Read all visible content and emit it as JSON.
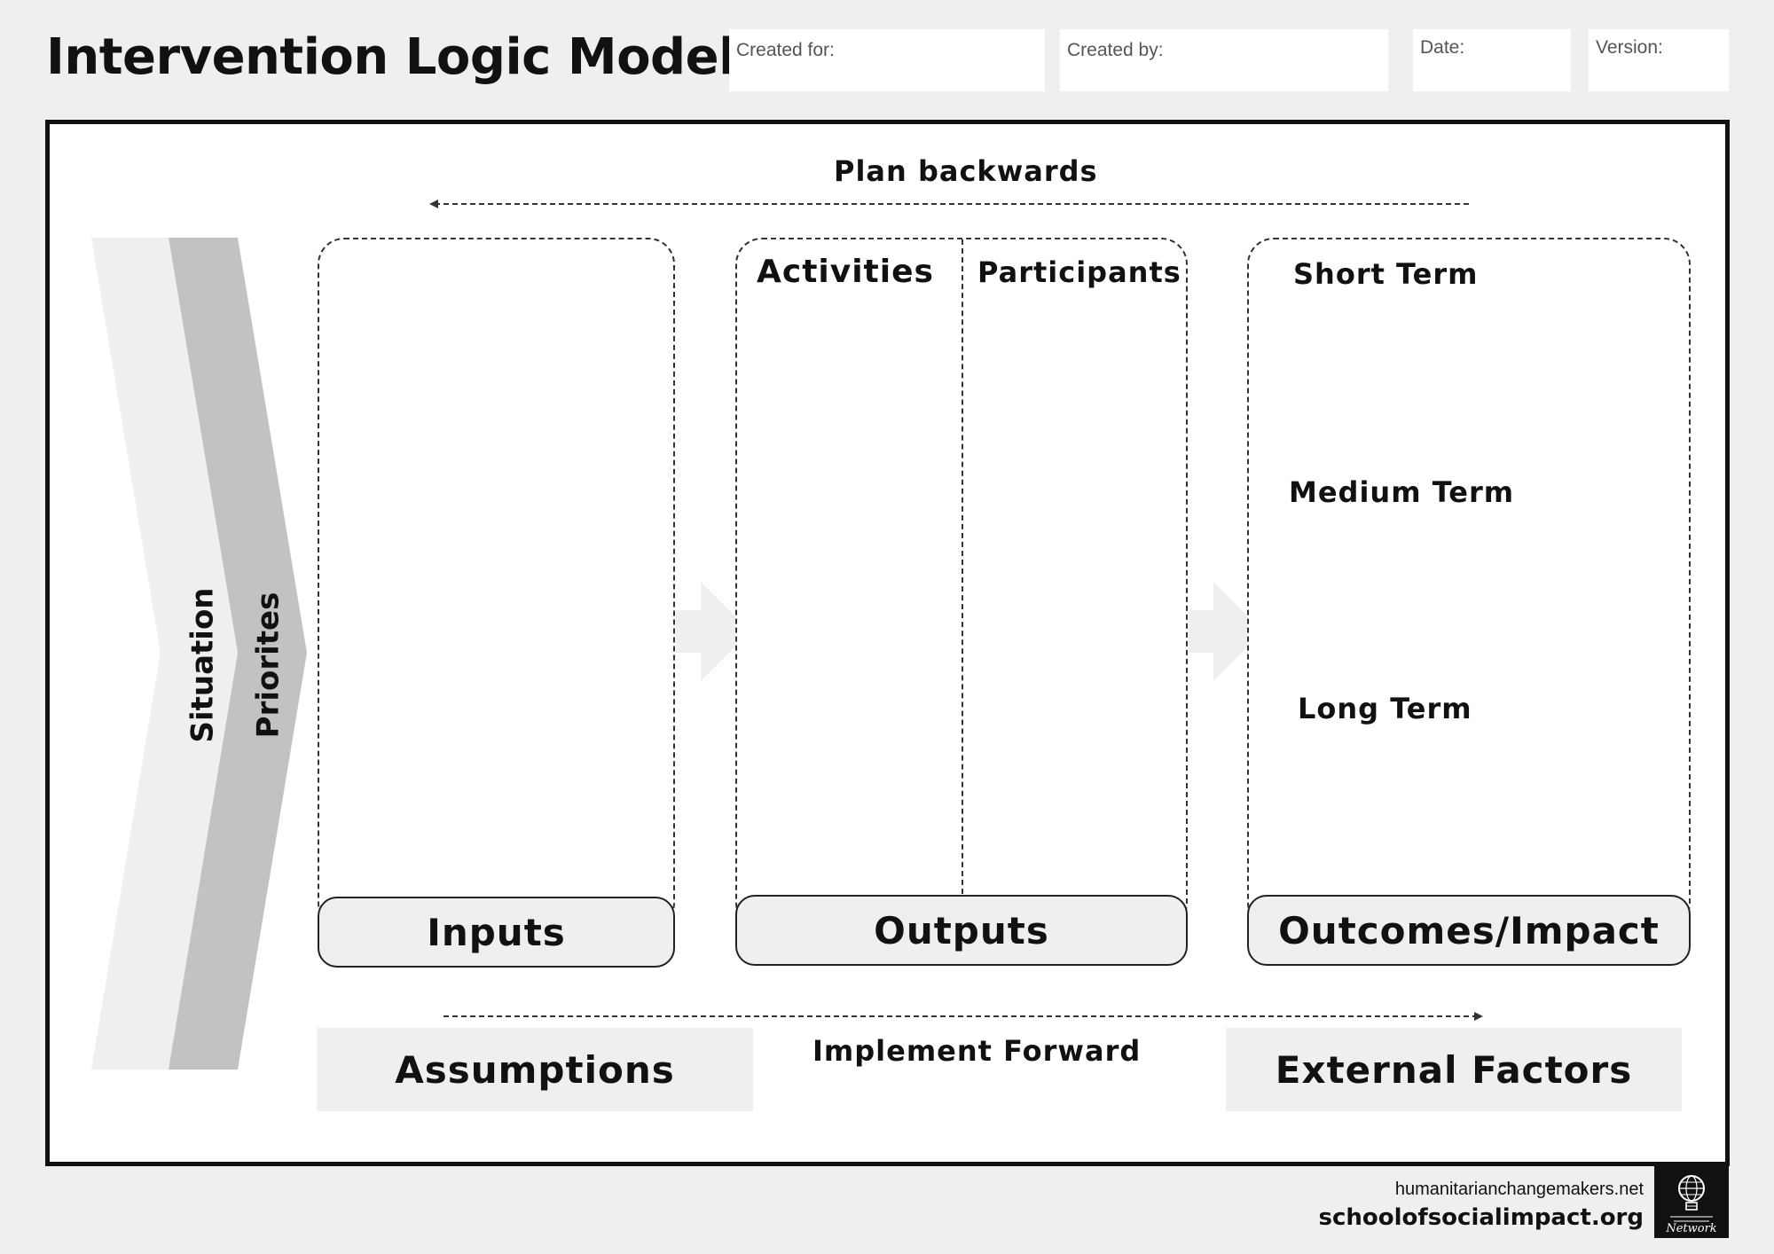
{
  "header": {
    "title": "Intervention Logic Model",
    "fields": [
      {
        "label": "Created for:"
      },
      {
        "label": "Created by:"
      },
      {
        "label": "Date:"
      },
      {
        "label": "Version:"
      }
    ]
  },
  "diagram": {
    "plan_backwards": "Plan backwards",
    "implement_forward": "Implement Forward",
    "chevrons": {
      "situation": "Situation",
      "priorities": "Priorites"
    },
    "columns": {
      "inputs": {
        "label": "Inputs"
      },
      "outputs": {
        "label": "Outputs",
        "activities": "Activities",
        "participants": "Participants"
      },
      "outcomes": {
        "label": "Outcomes/Impact",
        "short_term": "Short Term",
        "medium_term": "Medium Term",
        "long_term": "Long Term"
      }
    },
    "assumptions": "Assumptions",
    "external_factors": "External Factors"
  },
  "footer": {
    "link1": "humanitarianchangemakers.net",
    "link2": "schoolofsocialimpact.org",
    "logo_text": "Network",
    "logo_icon": "lightbulb-globe-icon"
  },
  "colors": {
    "background": "#efefef",
    "frame": "#111111",
    "chevron_light": "#efefef",
    "chevron_dark": "#c2c2c2",
    "logo_bg": "#111111"
  }
}
